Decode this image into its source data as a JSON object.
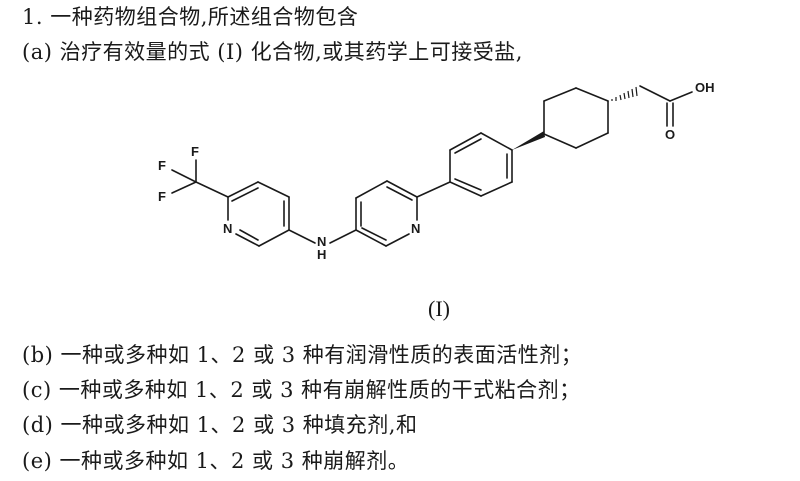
{
  "claim": {
    "heading": "1. 一种药物组合物,所述组合物包含",
    "item_a": "(a) 治疗有效量的式 (I) 化合物,或其药学上可接受盐,",
    "formula_label": "(I)",
    "item_b": "(b) 一种或多种如 1、2 或 3 种有润滑性质的表面活性剂；",
    "item_c": "(c) 一种或多种如 1、2 或 3 种有崩解性质的干式粘合剂；",
    "item_d": "(d) 一种或多种如 1、2 或 3 种填充剂,和",
    "item_e": "(e) 一种或多种如 1、2 或 3 种崩解剂。"
  },
  "structure": {
    "atoms": {
      "F1": "F",
      "F2": "F",
      "F3": "F",
      "N_left_pyridine": "N",
      "N_amine": "N",
      "H_amine": "H",
      "N_right_pyridine": "N",
      "OH": "OH",
      "O_carbonyl": "O"
    }
  }
}
